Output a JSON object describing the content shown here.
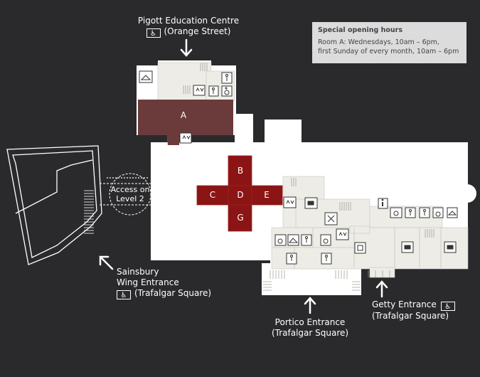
{
  "colors": {
    "background": "#2a2a2d",
    "building": "#ffffff",
    "room_a": "#6b3a3a",
    "rooms_bcdeg": "#8b1414",
    "corridor": "#eeece6"
  },
  "hours": {
    "title": "Special opening hours",
    "line1": "Room A: Wednesdays, 10am – 6pm,",
    "line2": "first Sunday of every month, 10am – 6pm"
  },
  "entrances": {
    "pigott": {
      "name": "Pigott Education Centre",
      "street": "(Orange Street)"
    },
    "sainsbury": {
      "name1": "Sainsbury",
      "name2": "Wing Entrance",
      "street": "(Trafalgar Square)"
    },
    "portico": {
      "name": "Portico Entrance",
      "street": "(Trafalgar Square)"
    },
    "getty": {
      "name": "Getty Entrance",
      "street": "(Trafalgar Square)"
    }
  },
  "access_level": {
    "line1": "Access on",
    "line2": "Level 2"
  },
  "rooms": {
    "a": "A",
    "b": "B",
    "c": "C",
    "d": "D",
    "e": "E",
    "g": "G"
  },
  "icons": {
    "accessible_entrance": "wheelchair-accessible-entrance-icon",
    "wheelchair": "wheelchair-icon",
    "lift": "lift-icon",
    "toilet": "toilet-icon",
    "cloakroom": "cloakroom-icon",
    "cafe": "cafe-icon",
    "info": "information-icon",
    "shop": "shop-icon"
  }
}
